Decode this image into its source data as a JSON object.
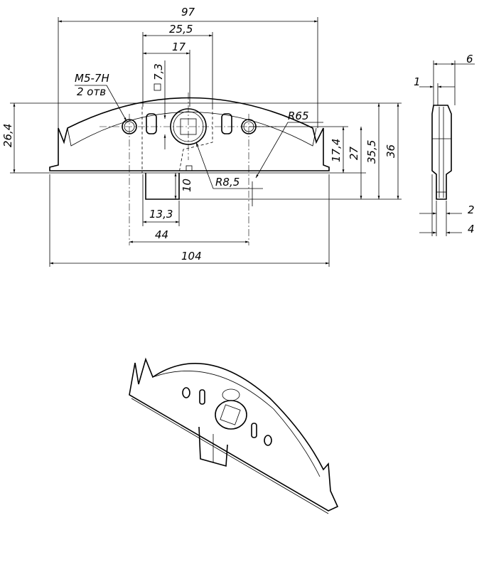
{
  "title": "Technical drawing of a window hardware plate (front view, side view, isometric)",
  "dimensions": {
    "overall_width_top": "97",
    "width_25_5": "25,5",
    "width_17": "17",
    "square_7_3": "7,3",
    "thread": "M5-7H",
    "thread_count": "2 отв",
    "radius_large": "R65",
    "radius_small": "R8,5",
    "height_26_4": "26,4",
    "height_17_4": "17,4",
    "height_27": "27",
    "height_35_5": "35,5",
    "height_36": "36",
    "tongue_10": "10",
    "offset_13_3": "13,3",
    "hole_spacing_44": "44",
    "overall_width_bottom": "104",
    "side_6": "6",
    "side_1": "1",
    "side_2": "2",
    "side_4": "4"
  }
}
